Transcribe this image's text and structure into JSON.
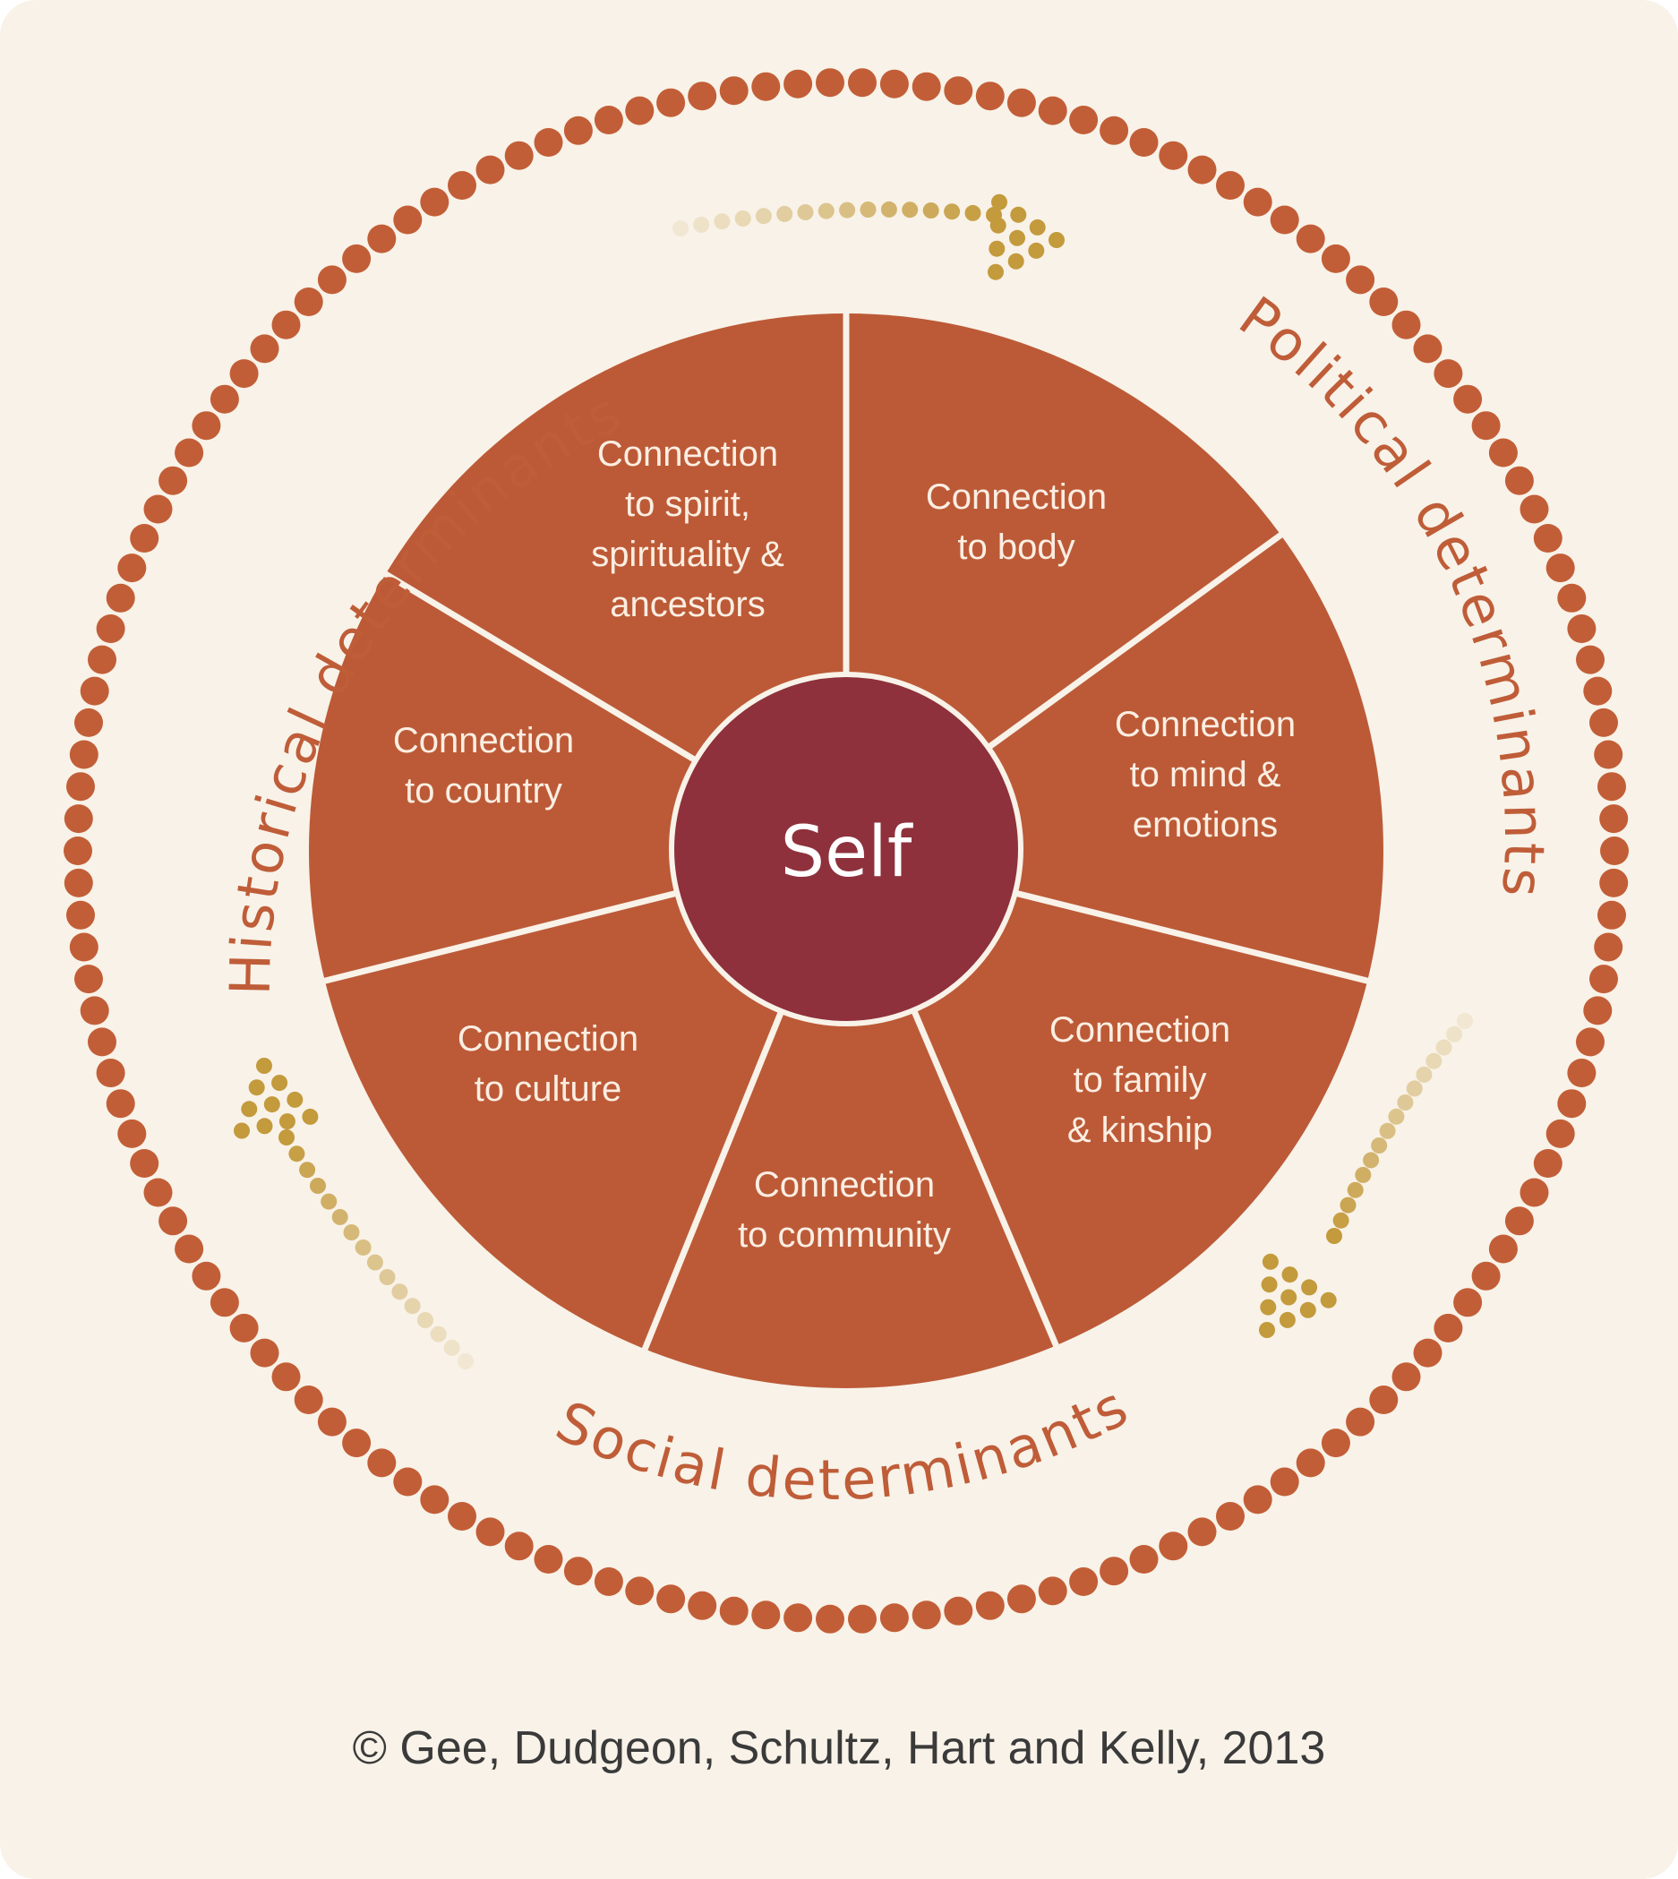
{
  "diagram": {
    "center": {
      "label": "Self"
    },
    "segments": [
      {
        "id": "spirit",
        "lines": [
          "Connection",
          "to spirit,",
          "spirituality &",
          "ancestors"
        ]
      },
      {
        "id": "body",
        "lines": [
          "Connection",
          "to body"
        ]
      },
      {
        "id": "mind",
        "lines": [
          "Connection",
          "to mind &",
          "emotions"
        ]
      },
      {
        "id": "family",
        "lines": [
          "Connection",
          "to family",
          "& kinship"
        ]
      },
      {
        "id": "community",
        "lines": [
          "Connection",
          "to community"
        ]
      },
      {
        "id": "culture",
        "lines": [
          "Connection",
          "to culture"
        ]
      },
      {
        "id": "country",
        "lines": [
          "Connection",
          "to country"
        ]
      }
    ],
    "ring_labels": {
      "historical": "Historical determinants",
      "political": "Political determinants",
      "social": "Social determinants"
    },
    "colors": {
      "background": "#f8f2e8",
      "segment": "#bc5a37",
      "center": "#8e313c",
      "dots": "#c25e37",
      "arrow": "#c39a3c",
      "label": "#bf5d38"
    }
  },
  "credit": "© Gee, Dudgeon, Schultz, Hart and Kelly, 2013"
}
